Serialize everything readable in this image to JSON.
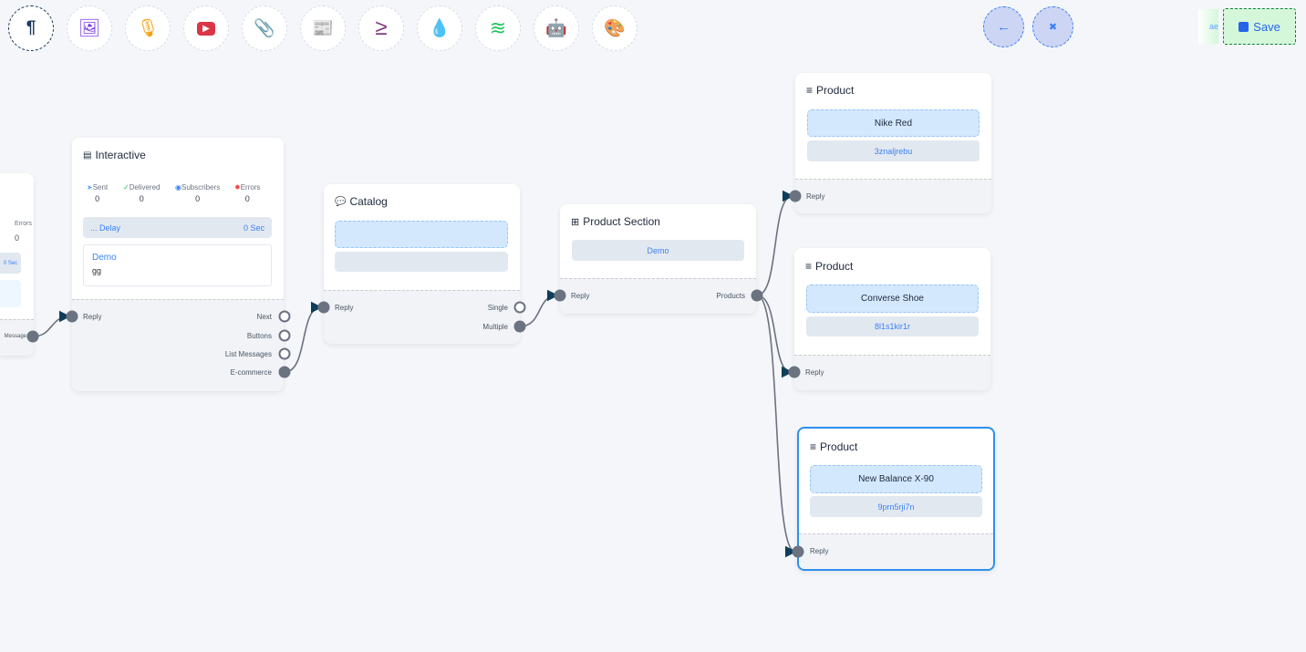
{
  "toolbar": {
    "tools": [
      {
        "icon": "paragraph-icon",
        "glyph": "¶",
        "color": "#1e3a5f"
      },
      {
        "icon": "image-icon",
        "glyph": "🖼",
        "color": "#7c3aed"
      },
      {
        "icon": "microphone-icon",
        "glyph": "🎙",
        "color": "#f59e0b"
      },
      {
        "icon": "youtube-icon",
        "glyph": "▶",
        "color": "#dc3545"
      },
      {
        "icon": "paperclip-icon",
        "glyph": "📎",
        "color": "#16a34a"
      },
      {
        "icon": "newspaper-icon",
        "glyph": "📰",
        "color": "#f87171"
      },
      {
        "icon": "greater-equal-icon",
        "glyph": "≥",
        "color": "#7e3a7e"
      },
      {
        "icon": "drop-icon",
        "glyph": "💧",
        "color": "#c81e4b"
      },
      {
        "icon": "stack-icon",
        "glyph": "≋",
        "color": "#22c55e"
      },
      {
        "icon": "robot-icon",
        "glyph": "🤖",
        "color": "#1d1df0"
      },
      {
        "icon": "palette-icon",
        "glyph": "🎨",
        "color": "#22c55e"
      }
    ],
    "back_icon": "←",
    "collapse_icon": "✖",
    "ghost_text": "ae",
    "save_label": "Save"
  },
  "partial_node": {
    "errors_label": "Errors",
    "errors_value": "0",
    "delay_value": "0 Sec",
    "output": "Message"
  },
  "interactive": {
    "title": "Interactive",
    "stats": [
      {
        "label": "Sent",
        "value": "0",
        "color": "#60a5fa",
        "glyph": "➤"
      },
      {
        "label": "Delivered",
        "value": "0",
        "color": "#22c55e",
        "glyph": "✓"
      },
      {
        "label": "Subscribers",
        "value": "0",
        "color": "#3b82f6",
        "glyph": "◉"
      },
      {
        "label": "Errors",
        "value": "0",
        "color": "#ef4444",
        "glyph": "✹"
      }
    ],
    "delay_label": "... Delay",
    "delay_value": "0 Sec",
    "message_title": "Demo",
    "message_body": "gg",
    "input": "Reply",
    "outputs": [
      "Next",
      "Buttons",
      "List Messages",
      "E-commerce"
    ]
  },
  "catalog": {
    "title": "Catalog",
    "input": "Reply",
    "outputs": [
      "Single",
      "Multiple"
    ]
  },
  "product_section": {
    "title": "Product Section",
    "item": "Demo",
    "input": "Reply",
    "output": "Products"
  },
  "products": [
    {
      "title": "Product",
      "name": "Nike Red",
      "id": "3znaljrebu",
      "input": "Reply"
    },
    {
      "title": "Product",
      "name": "Converse Shoe",
      "id": "8l1s1kir1r",
      "input": "Reply"
    },
    {
      "title": "Product",
      "name": "New Balance X-90",
      "id": "9prn5rji7n",
      "input": "Reply"
    }
  ]
}
